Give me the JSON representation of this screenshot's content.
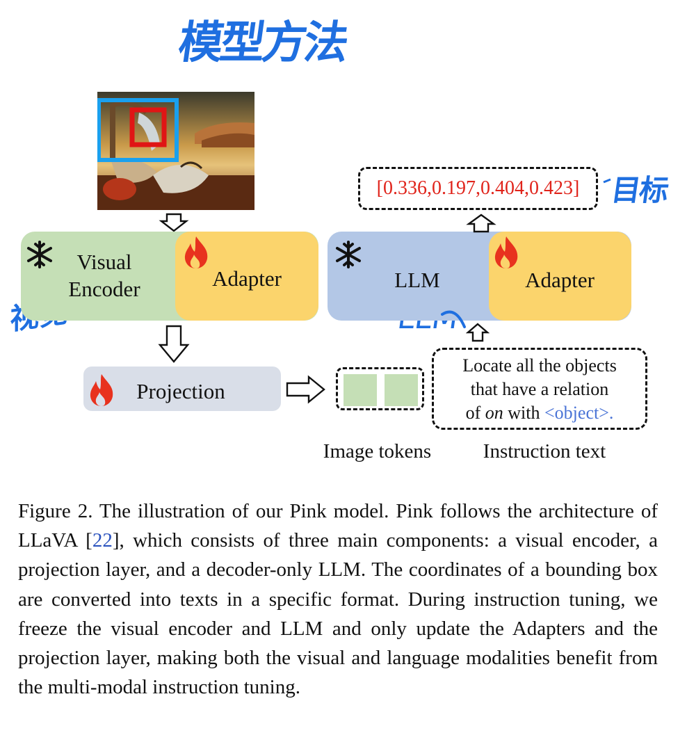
{
  "annotations": {
    "title_handwritten": "模型方法",
    "visual_handwritten": "视觉",
    "llm_handwritten": "LLM",
    "target_handwritten": "目标"
  },
  "diagram": {
    "visual_encoder": {
      "line1": "Visual",
      "line2": "Encoder"
    },
    "adapter_left": "Adapter",
    "llm": "LLM",
    "adapter_right": "Adapter",
    "projection": "Projection",
    "output_coords": "[0.336,0.197,0.404,0.423]",
    "instruction": {
      "line1": "Locate all the objects",
      "line2": "that have a relation",
      "line3_pre": "of ",
      "line3_em": "on",
      "line3_mid": " with ",
      "line3_obj": "<object>",
      "line3_end": "."
    },
    "image_tokens_label": "Image tokens",
    "instruction_text_label": "Instruction text",
    "icons": {
      "frozen": "snowflake-icon",
      "trainable": "flame-icon"
    }
  },
  "colors": {
    "visual_encoder": "#c5dfb6",
    "adapter": "#fbd46c",
    "llm": "#b3c7e6",
    "projection": "#d9dee8",
    "image_token": "#c5dfb6",
    "coords_text": "#e0241b",
    "flame": "#e8321e",
    "handwriting": "#1f6fe0",
    "box_blue": "#1aa0ee",
    "box_red": "#e01515"
  },
  "caption": {
    "prefix": "Figure 2. The illustration of our Pink model. Pink follows the architecture of LLaVA [",
    "ref": "22",
    "suffix": "], which consists of three main components: a visual encoder, a projection layer, and a decoder-only LLM. The coordinates of a bounding box are converted into texts in a specific format. During instruction tuning, we freeze the visual encoder and LLM and only update the Adapters and the projection layer, making both the visual and language modalities benefit from the multi-modal instruction tuning."
  }
}
